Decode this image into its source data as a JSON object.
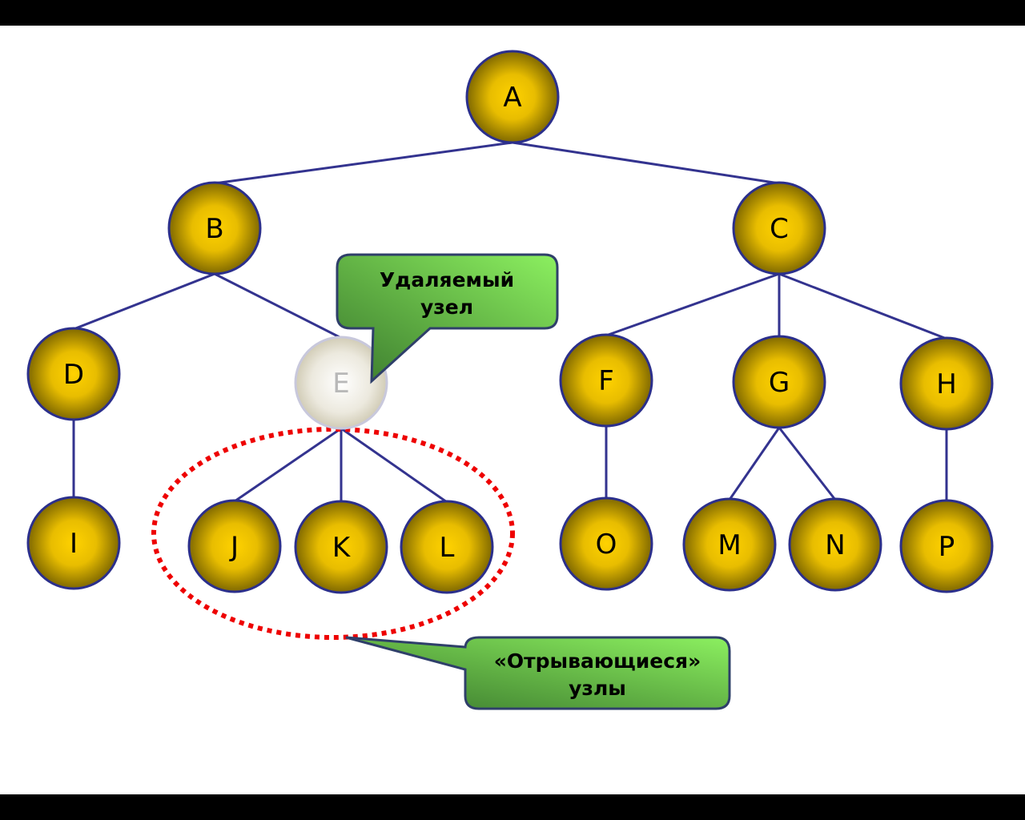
{
  "diagram": {
    "nodes": [
      {
        "id": "A",
        "label": "A",
        "state": "normal"
      },
      {
        "id": "B",
        "label": "B",
        "state": "normal"
      },
      {
        "id": "C",
        "label": "C",
        "state": "normal"
      },
      {
        "id": "D",
        "label": "D",
        "state": "normal"
      },
      {
        "id": "E",
        "label": "E",
        "state": "removed"
      },
      {
        "id": "F",
        "label": "F",
        "state": "normal"
      },
      {
        "id": "G",
        "label": "G",
        "state": "normal"
      },
      {
        "id": "H",
        "label": "H",
        "state": "normal"
      },
      {
        "id": "I",
        "label": "I",
        "state": "normal"
      },
      {
        "id": "J",
        "label": "J",
        "state": "detached"
      },
      {
        "id": "K",
        "label": "K",
        "state": "detached"
      },
      {
        "id": "L",
        "label": "L",
        "state": "detached"
      },
      {
        "id": "O",
        "label": "O",
        "state": "normal"
      },
      {
        "id": "M",
        "label": "M",
        "state": "normal"
      },
      {
        "id": "N",
        "label": "N",
        "state": "normal"
      },
      {
        "id": "P",
        "label": "P",
        "state": "normal"
      }
    ],
    "edges": [
      [
        "A",
        "B"
      ],
      [
        "A",
        "C"
      ],
      [
        "B",
        "D"
      ],
      [
        "B",
        "E"
      ],
      [
        "C",
        "F"
      ],
      [
        "C",
        "G"
      ],
      [
        "C",
        "H"
      ],
      [
        "D",
        "I"
      ],
      [
        "E",
        "J"
      ],
      [
        "E",
        "K"
      ],
      [
        "E",
        "L"
      ],
      [
        "F",
        "O"
      ],
      [
        "G",
        "M"
      ],
      [
        "G",
        "N"
      ],
      [
        "H",
        "P"
      ]
    ],
    "callouts": {
      "removed_node": {
        "line1": "Удаляемый",
        "line2": "узел"
      },
      "detached_nodes": {
        "line1": "«Отрывающиеся»",
        "line2": "узлы"
      }
    },
    "colors": {
      "edge": "#33338f",
      "node_fill_center": "#ffd200",
      "node_fill_edge": "#6b5800",
      "node_stroke": "#2b2f8c",
      "removed_fill_center": "#ffffff",
      "removed_fill_edge": "#c9c3aa",
      "removed_stroke": "#c8c8dc",
      "selection_ring": "#ee0000",
      "callout_light": "#8cf060",
      "callout_dark": "#3b7a2e",
      "callout_stroke": "#2f3f6a"
    }
  }
}
